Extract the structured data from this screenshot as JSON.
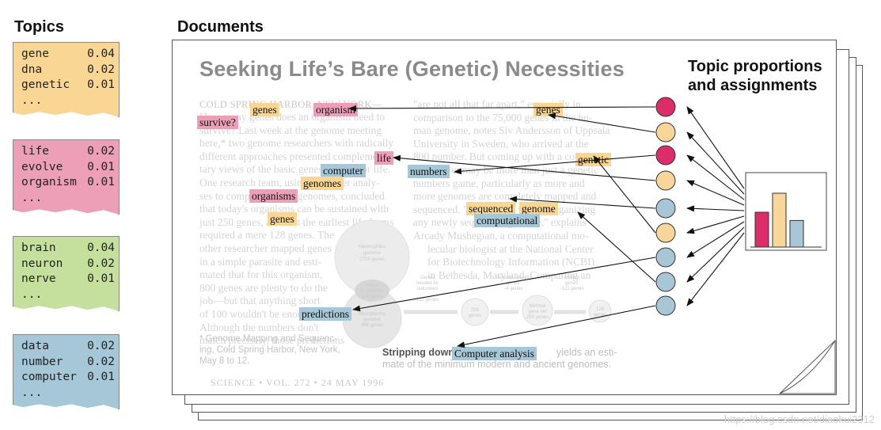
{
  "headings": {
    "topics": "Topics",
    "documents": "Documents"
  },
  "topics": [
    {
      "color": "#f9d694",
      "words": [
        [
          "gene",
          "0.04"
        ],
        [
          "dna",
          "0.02"
        ],
        [
          "genetic",
          "0.01"
        ],
        [
          "...",
          ""
        ]
      ]
    },
    {
      "color": "#ee9fb8",
      "words": [
        [
          "life",
          "0.02"
        ],
        [
          "evolve",
          "0.01"
        ],
        [
          "organism",
          "0.01"
        ],
        [
          "...",
          ""
        ]
      ]
    },
    {
      "color": "#c5e09d",
      "words": [
        [
          "brain",
          "0.04"
        ],
        [
          "neuron",
          "0.02"
        ],
        [
          "nerve",
          "0.01"
        ],
        [
          "...",
          ""
        ]
      ]
    },
    {
      "color": "#a6c7d8",
      "words": [
        [
          "data",
          "0.02"
        ],
        [
          "number",
          "0.02"
        ],
        [
          "computer",
          "0.01"
        ],
        [
          "...",
          ""
        ]
      ]
    }
  ],
  "document": {
    "title": "Seeking Life’s Bare (Genetic) Necessities",
    "dateline": "COLD SPRING HARBOR, NEW YORK—",
    "left_column": [
      "How many genes does an organism need to",
      "survive? Last week at the genome meeting",
      "here,* two genome researchers with radically",
      "different approaches presented complemen-",
      "tary views of the basic genes needed for life.",
      "One research team, using computer analy-",
      "ses to compare known genomes, concluded",
      "that today's organisms can be sustained with",
      "just 250 genes, and that the earliest life forms",
      "required a mere 128 genes. The",
      "other researcher mapped genes",
      "in a simple parasite and esti-",
      "mated that for this organism,",
      "800 genes are plenty to do the",
      "job—but that anything short",
      "of 100 wouldn't be enough.",
      "    Although the numbers don't",
      "match precisely, those predictions"
    ],
    "right_column": [
      "\"are not all that far apart,\" especially in",
      "comparison to the 75,000 genes in the hu-",
      "man genome, notes Siv Andersson of Uppsala",
      "University in Sweden, who arrived at the",
      "800 number. But coming up with a consen-",
      "sus answer may be more than just a genetic",
      "numbers game, particularly as more and",
      "more genomes are completely mapped and",
      "sequenced. \"It may be a way of organizing",
      "any newly sequenced genome,\" explains",
      "    Arcady Mushegian, a computational mo-",
      "lecular biologist at the National Center",
      "for Biotechnology Information (NCBI)",
      "in Bethesda, Maryland. Comparing an"
    ],
    "footnote": [
      "* Genome Mapping and Sequenc-",
      "ing, Cold Spring Harbor, New York,",
      "May 8 to 12."
    ],
    "footer": "SCIENCE • VOL. 272 • 24 MAY 1996",
    "caption_bold": "Stripping down.",
    "caption_rest": "yields an esti-",
    "caption_line2": "mate of the minimum modern and ancient genomes.",
    "figure_labels": {
      "haemophilus": [
        "Haemophilus",
        "genome",
        "1703 genes"
      ],
      "common": [
        "Genes",
        "in common",
        "233 genes"
      ],
      "mycoplasma": [
        "Mycoplasma",
        "genome",
        "468 genes"
      ],
      "g256": [
        "256",
        "genes"
      ],
      "g250": [
        "Minimal",
        "gene set",
        "250 genes"
      ],
      "g128": [
        "128",
        "genes"
      ],
      "step1": [
        "Genes",
        "needed for",
        "redundant",
        "122 genes"
      ],
      "step2": [
        "Parasite-specific",
        "genes",
        "−4 genes"
      ],
      "step3": [
        "Ancient",
        "genes",
        "−122 genes"
      ]
    }
  },
  "highlights": [
    {
      "text": "genes",
      "topic": 0
    },
    {
      "text": "organism",
      "topic": 1
    },
    {
      "text": "survive?",
      "topic": 1
    },
    {
      "text": "life",
      "topic": 1
    },
    {
      "text": "computer",
      "topic": 3
    },
    {
      "text": "genomes",
      "topic": 0
    },
    {
      "text": "organisms",
      "topic": 1
    },
    {
      "text": "genes",
      "topic": 0
    },
    {
      "text": "predictions",
      "topic": 3
    },
    {
      "text": "genes",
      "topic": 0
    },
    {
      "text": "genetic",
      "topic": 0
    },
    {
      "text": "numbers",
      "topic": 3
    },
    {
      "text": "sequenced",
      "topic": 0
    },
    {
      "text": "genome",
      "topic": 0
    },
    {
      "text": "computational",
      "topic": 3
    },
    {
      "text": "Computer analysis",
      "topic": 3
    }
  ],
  "topic_proportions": {
    "title_line1": "Topic proportions",
    "title_line2": "and assignments",
    "bars": [
      {
        "topic": 1,
        "value": 0.55
      },
      {
        "topic": 0,
        "value": 0.85
      },
      {
        "topic": 3,
        "value": 0.42
      }
    ],
    "assignment_circles": [
      1,
      0,
      1,
      0,
      3,
      0,
      3,
      3,
      3
    ]
  },
  "palette": {
    "pink": "#dc2d6a",
    "yellow": "#f8d69a",
    "blue": "#a9c6d6",
    "tag_yellow": "#f9d694",
    "tag_pink": "#ee9fb8",
    "tag_blue": "#a6c7d8"
  },
  "watermark": "https://blog.csdn.net/diaokui2312"
}
